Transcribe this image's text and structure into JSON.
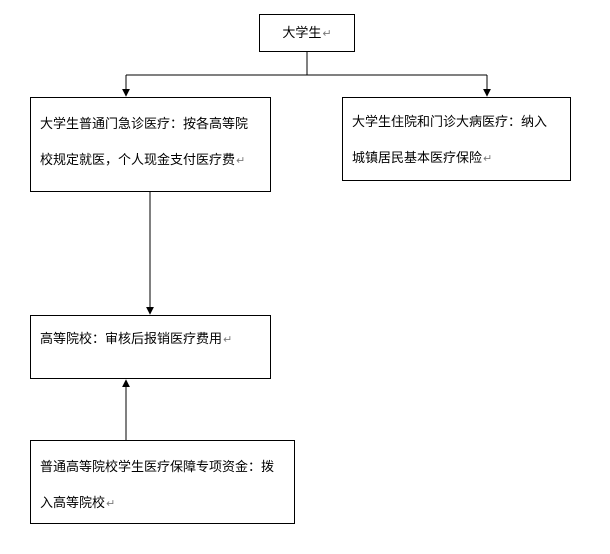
{
  "diagram": {
    "nodes": {
      "root": {
        "text": "大学生"
      },
      "outpatient": {
        "line1": "大学生普通门急诊医疗：按各高等院",
        "line2": "校规定就医，个人现金支付医疗费"
      },
      "inpatient": {
        "line1": "大学生住院和门诊大病医疗：纳入",
        "line2": "城镇居民基本医疗保险"
      },
      "university": {
        "text": "高等院校：审核后报销医疗费用"
      },
      "fund": {
        "line1": "普通高等院校学生医疗保障专项资金：拨",
        "line2": "入高等院校"
      }
    },
    "paragraph_mark": "↵"
  }
}
